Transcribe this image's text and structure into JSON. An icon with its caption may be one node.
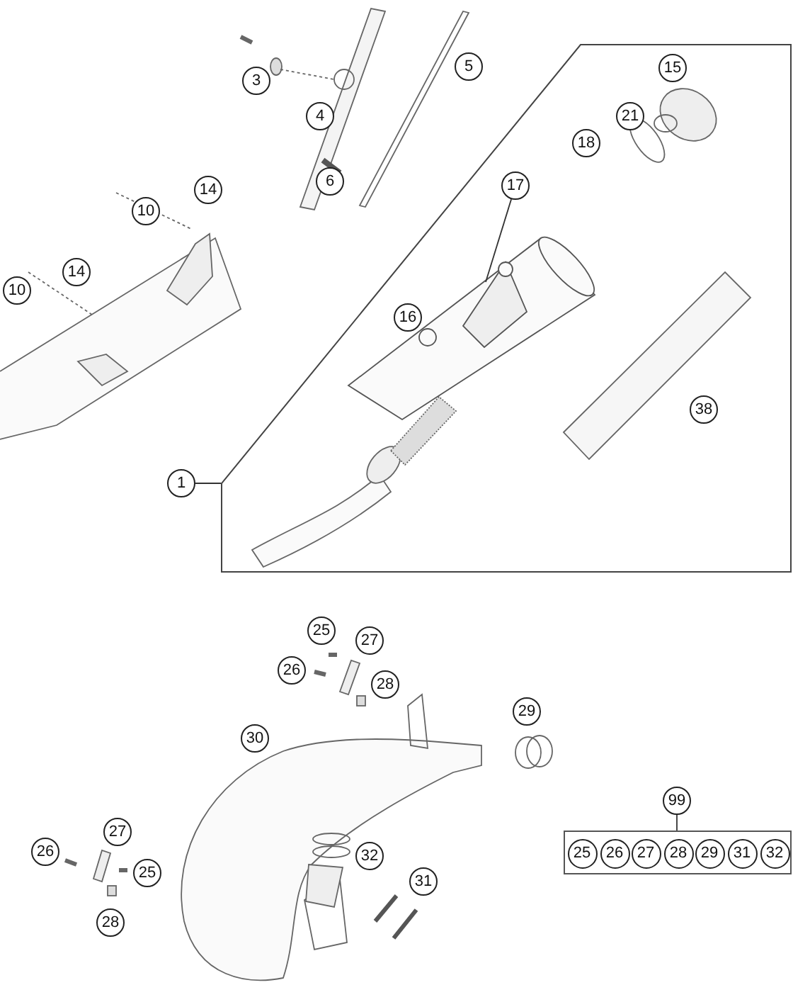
{
  "diagram": {
    "nodes": [
      {
        "text": [
          "3"
        ]
      },
      {
        "text": [
          "4"
        ]
      },
      {
        "text": [
          "5"
        ]
      },
      {
        "text": [
          "6"
        ]
      },
      {
        "text": [
          "14"
        ]
      },
      {
        "text": [
          "10"
        ]
      },
      {
        "text": [
          "14"
        ]
      },
      {
        "text": [
          "10"
        ]
      },
      {
        "text": [],
        "shape": "box"
      },
      {
        "text": [
          "15"
        ],
        "in": 8
      },
      {
        "text": [
          "21"
        ],
        "in": 8
      },
      {
        "text": [
          "18"
        ],
        "in": 8
      },
      {
        "text": [
          "17"
        ],
        "in": 8
      },
      {
        "text": [],
        "shape": "picture",
        "in": 8
      },
      {
        "text": [
          "16"
        ],
        "in": 8
      },
      {
        "text": [
          "38"
        ],
        "in": 8
      },
      {
        "text": [
          "1"
        ]
      },
      {
        "text": [
          "25"
        ]
      },
      {
        "text": [
          "27"
        ]
      },
      {
        "text": [
          "26"
        ]
      },
      {
        "text": [
          "28"
        ]
      },
      {
        "text": [
          "29"
        ]
      },
      {
        "text": [
          "30"
        ]
      },
      {
        "text": [
          "32"
        ]
      },
      {
        "text": [
          "31"
        ]
      },
      {
        "text": [
          "27"
        ]
      },
      {
        "text": [
          "26"
        ]
      },
      {
        "text": [
          "25"
        ]
      },
      {
        "text": [
          "28"
        ]
      },
      {
        "text": [
          "99"
        ]
      },
      {
        "text": [],
        "shape": "box"
      },
      {
        "text": [
          "25"
        ],
        "in": 30
      },
      {
        "text": [
          "26"
        ],
        "in": 30
      },
      {
        "text": [
          "27"
        ],
        "in": 30
      },
      {
        "text": [
          "28"
        ],
        "in": 30
      },
      {
        "text": [
          "29"
        ],
        "in": 30
      },
      {
        "text": [
          "31"
        ],
        "in": 30
      },
      {
        "text": [
          "32"
        ],
        "in": 30
      }
    ],
    "edges": [
      {
        "from": 12,
        "to": 13,
        "arrow": "none"
      },
      {
        "from": 16,
        "to": 8,
        "arrow": "none"
      },
      {
        "from": 29,
        "to": 30,
        "arrow": "none"
      }
    ]
  }
}
